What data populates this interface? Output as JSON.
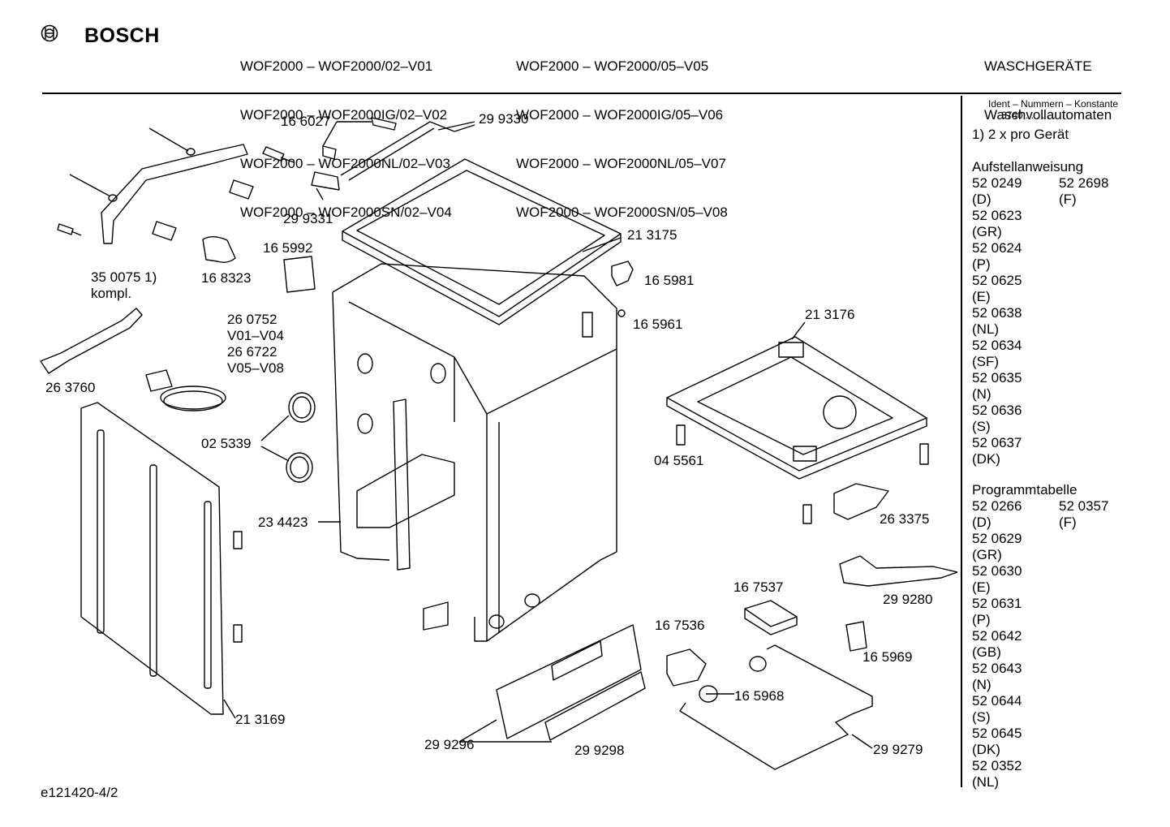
{
  "brand": "BOSCH",
  "models": {
    "left": [
      "WOF2000 – WOF2000/02–V01",
      "WOF2000 – WOF2000IG/02–V02",
      "WOF2000 – WOF2000NL/02–V03",
      "WOF2000 – WOF2000SN/02–V04"
    ],
    "right": [
      "WOF2000 – WOF2000/05–V05",
      "WOF2000 – WOF2000IG/05–V06",
      "WOF2000 – WOF2000NL/05–V07",
      "WOF2000 – WOF2000SN/05–V08"
    ]
  },
  "category": {
    "line1": "WASCHGERÄTE",
    "line2": "Waschvollautomaten"
  },
  "sidebar": {
    "ident_label": "Ident – Nummern – Konstante",
    "ident_value": "3740  . .   . . . .",
    "note": "1) 2 x pro Gerät",
    "aufstell": {
      "title": "Aufstellanweisung",
      "row1": [
        "52 0249",
        "52 2698"
      ],
      "row1_lang": [
        "(D)",
        "(F)"
      ],
      "items": [
        [
          "52 0623",
          "(GR)"
        ],
        [
          "52 0624",
          "(P)"
        ],
        [
          "52 0625",
          "(E)"
        ],
        [
          "52 0638",
          "(NL)"
        ],
        [
          "52 0634",
          "(SF)"
        ],
        [
          "52 0635",
          "(N)"
        ],
        [
          "52 0636",
          "(S)"
        ],
        [
          "52 0637",
          "(DK)"
        ]
      ]
    },
    "programm": {
      "title": "Programmtabelle",
      "row1": [
        "52 0266",
        "52 0357"
      ],
      "row1_lang": [
        "(D)",
        "(F)"
      ],
      "items": [
        [
          "52 0629",
          "(GR)"
        ],
        [
          "52 0630",
          "(E)"
        ],
        [
          "52 0631",
          "(P)"
        ],
        [
          "52 0642",
          "(GB)"
        ],
        [
          "52 0643",
          "(N)"
        ],
        [
          "52 0644",
          "(S)"
        ],
        [
          "52 0645",
          "(DK)"
        ],
        [
          "52 0352",
          "(NL)"
        ]
      ]
    }
  },
  "parts": {
    "p166027": "16 6027",
    "p299330": "29 9330",
    "p299331": "29 9331",
    "p350075": "35 0075 1)",
    "p350075b": "kompl.",
    "p168323": "16 8323",
    "p165992": "16 5992",
    "p213175": "21 3175",
    "p165981": "16 5981",
    "p165961": "16 5961",
    "p260752": "26 0752",
    "pv01": "V01–V04",
    "p266722": "26 6722",
    "pv05": "V05–V08",
    "p263760": "26 3760",
    "p025339": "02 5339",
    "p213176": "21 3176",
    "p045561": "04 5561",
    "p263375": "26 3375",
    "p234423": "23 4423",
    "p299280": "29 9280",
    "p167537": "16 7537",
    "p167536": "16 7536",
    "p165969": "16 5969",
    "p165968": "16 5968",
    "p213169": "21 3169",
    "p299296": "29 9296",
    "p299298": "29 9298",
    "p299279": "29 9279"
  },
  "footer": "e121420-4/2"
}
